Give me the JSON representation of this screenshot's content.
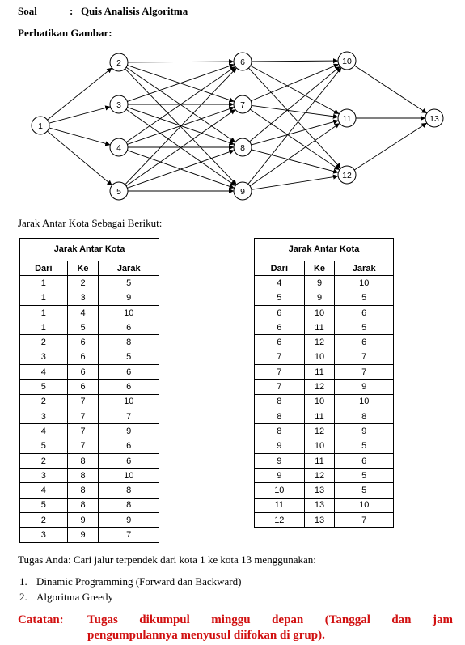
{
  "header": {
    "soal_label": "Soal",
    "soal_sep": ":",
    "soal_value": "Quis Analisis Algoritma",
    "instruction": "Perhatikan Gambar:"
  },
  "graph": {
    "nodes": [
      "1",
      "2",
      "3",
      "4",
      "5",
      "6",
      "7",
      "8",
      "9",
      "10",
      "11",
      "12",
      "13"
    ],
    "edges": [
      [
        "1",
        "2"
      ],
      [
        "1",
        "3"
      ],
      [
        "1",
        "4"
      ],
      [
        "1",
        "5"
      ],
      [
        "2",
        "6"
      ],
      [
        "2",
        "7"
      ],
      [
        "2",
        "8"
      ],
      [
        "2",
        "9"
      ],
      [
        "3",
        "6"
      ],
      [
        "3",
        "7"
      ],
      [
        "3",
        "8"
      ],
      [
        "3",
        "9"
      ],
      [
        "4",
        "6"
      ],
      [
        "4",
        "7"
      ],
      [
        "4",
        "8"
      ],
      [
        "4",
        "9"
      ],
      [
        "5",
        "6"
      ],
      [
        "5",
        "7"
      ],
      [
        "5",
        "8"
      ],
      [
        "5",
        "9"
      ],
      [
        "6",
        "10"
      ],
      [
        "6",
        "11"
      ],
      [
        "6",
        "12"
      ],
      [
        "7",
        "10"
      ],
      [
        "7",
        "11"
      ],
      [
        "7",
        "12"
      ],
      [
        "8",
        "10"
      ],
      [
        "8",
        "11"
      ],
      [
        "8",
        "12"
      ],
      [
        "9",
        "10"
      ],
      [
        "9",
        "11"
      ],
      [
        "9",
        "12"
      ],
      [
        "10",
        "13"
      ],
      [
        "11",
        "13"
      ],
      [
        "12",
        "13"
      ]
    ]
  },
  "subtitle": "Jarak Antar Kota Sebagai Berikut:",
  "tables": [
    {
      "caption": "Jarak Antar Kota",
      "headers": [
        "Dari",
        "Ke",
        "Jarak"
      ],
      "rows": [
        [
          "1",
          "2",
          "5"
        ],
        [
          "1",
          "3",
          "9"
        ],
        [
          "1",
          "4",
          "10"
        ],
        [
          "1",
          "5",
          "6"
        ],
        [
          "2",
          "6",
          "8"
        ],
        [
          "3",
          "6",
          "5"
        ],
        [
          "4",
          "6",
          "6"
        ],
        [
          "5",
          "6",
          "6"
        ],
        [
          "2",
          "7",
          "10"
        ],
        [
          "3",
          "7",
          "7"
        ],
        [
          "4",
          "7",
          "9"
        ],
        [
          "5",
          "7",
          "6"
        ],
        [
          "2",
          "8",
          "6"
        ],
        [
          "3",
          "8",
          "10"
        ],
        [
          "4",
          "8",
          "8"
        ],
        [
          "5",
          "8",
          "8"
        ],
        [
          "2",
          "9",
          "9"
        ],
        [
          "3",
          "9",
          "7"
        ]
      ]
    },
    {
      "caption": "Jarak Antar Kota",
      "headers": [
        "Dari",
        "Ke",
        "Jarak"
      ],
      "rows": [
        [
          "4",
          "9",
          "10"
        ],
        [
          "5",
          "9",
          "5"
        ],
        [
          "6",
          "10",
          "6"
        ],
        [
          "6",
          "11",
          "5"
        ],
        [
          "6",
          "12",
          "6"
        ],
        [
          "7",
          "10",
          "7"
        ],
        [
          "7",
          "11",
          "7"
        ],
        [
          "7",
          "12",
          "9"
        ],
        [
          "8",
          "10",
          "10"
        ],
        [
          "8",
          "11",
          "8"
        ],
        [
          "8",
          "12",
          "9"
        ],
        [
          "9",
          "10",
          "5"
        ],
        [
          "9",
          "11",
          "6"
        ],
        [
          "9",
          "12",
          "5"
        ],
        [
          "10",
          "13",
          "5"
        ],
        [
          "11",
          "13",
          "10"
        ],
        [
          "12",
          "13",
          "7"
        ]
      ]
    }
  ],
  "task": "Tugas Anda: Cari jalur terpendek dari kota 1 ke kota 13 menggunakan:",
  "methods": [
    {
      "num": "1.",
      "text": "Dinamic Programming (Forward dan Backward)"
    },
    {
      "num": "2.",
      "text": "Algoritma Greedy"
    }
  ],
  "note": {
    "label": "Catatan:",
    "line1": "Tugas dikumpul minggu depan (Tanggal dan jam",
    "line2": "pengumpulannya menyusul diifokan di grup)."
  },
  "colors": {
    "note": "#d11010",
    "text": "#000000"
  }
}
